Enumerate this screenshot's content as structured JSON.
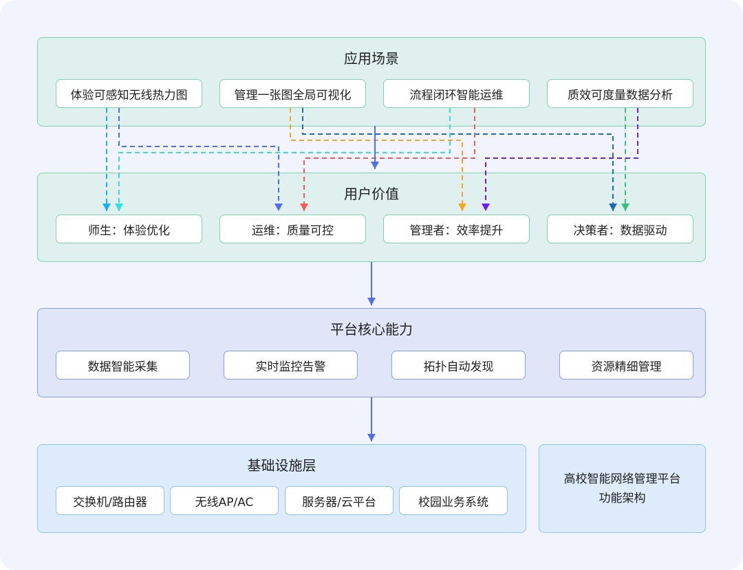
{
  "application_layer": {
    "title": "应用场景",
    "items": [
      "体验可感知无线热力图",
      "管理一张图全局可视化",
      "流程闭环智能运维",
      "质效可度量数据分析"
    ]
  },
  "value_layer": {
    "title": "用户价值",
    "items": [
      "师生：体验优化",
      "运维：质量可控",
      "管理者：效率提升",
      "决策者：数据驱动"
    ]
  },
  "platform_layer": {
    "title": "平台核心能力",
    "items": [
      "数据智能采集",
      "实时监控告警",
      "拓扑自动发现",
      "资源精细管理"
    ]
  },
  "infrastructure_layer": {
    "title": "基础设施层",
    "items": [
      "交换机/路由器",
      "无线AP/AC",
      "服务器/云平台",
      "校园业务系统"
    ]
  },
  "caption": {
    "line1": "高校智能网络管理平台",
    "line2": "功能架构"
  },
  "connectors": [
    {
      "from": "体验可感知无线热力图",
      "to": "师生：体验优化",
      "color": "#1aaef5",
      "style": "dashed"
    },
    {
      "from": "体验可感知无线热力图",
      "to": "运维：质量可控",
      "color": "#4f6ef0",
      "style": "dashed"
    },
    {
      "from": "管理一张图全局可视化",
      "to": "管理者：效率提升",
      "color": "#f5a623",
      "style": "dashed"
    },
    {
      "from": "管理一张图全局可视化",
      "to": "决策者：数据驱动",
      "color": "#1f6cb3",
      "style": "dashed"
    },
    {
      "from": "流程闭环智能运维",
      "to": "师生：体验优化",
      "color": "#2fe0e0",
      "style": "dashed"
    },
    {
      "from": "流程闭环智能运维",
      "to": "运维：质量可控",
      "color": "#f25c5c",
      "style": "dashed"
    },
    {
      "from": "质效可度量数据分析",
      "to": "决策者：数据驱动",
      "color": "#3cbf80",
      "style": "dashed"
    },
    {
      "from": "质效可度量数据分析",
      "to": "管理者：效率提升",
      "color": "#6a1ef5",
      "style": "dashed"
    },
    {
      "from": "应用场景",
      "to": "用户价值",
      "color": "#4f6ef0",
      "style": "solid"
    },
    {
      "from": "用户价值",
      "to": "平台核心能力",
      "color": "#4f6ef0",
      "style": "solid"
    },
    {
      "from": "平台核心能力",
      "to": "基础设施层",
      "color": "#4f6ef0",
      "style": "solid"
    }
  ]
}
